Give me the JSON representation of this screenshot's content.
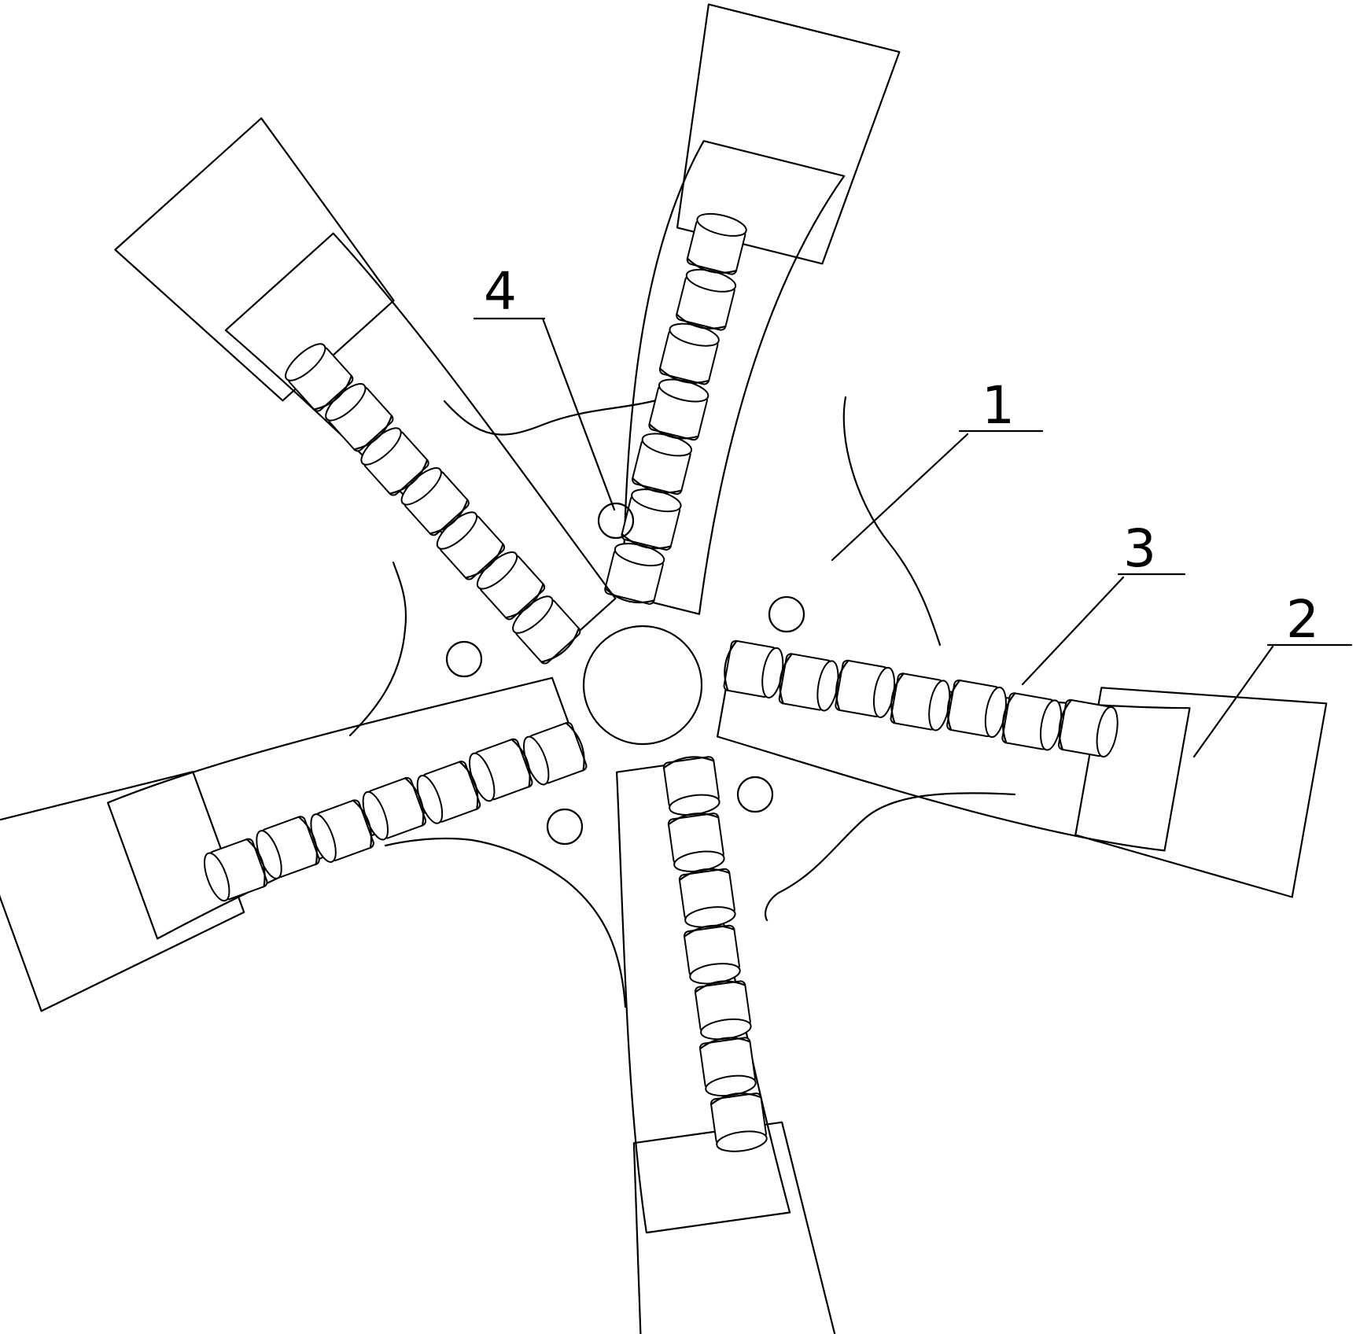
{
  "figure": {
    "reference_numerals": [
      {
        "id": "body",
        "label": "1"
      },
      {
        "id": "gauge-pad",
        "label": "2"
      },
      {
        "id": "cutter",
        "label": "3"
      },
      {
        "id": "nozzle",
        "label": "4"
      }
    ],
    "blade_count": 5,
    "cutters_per_blade": 7,
    "nozzle_count": 5,
    "line_color": "#000000",
    "background_color": "#ffffff"
  }
}
